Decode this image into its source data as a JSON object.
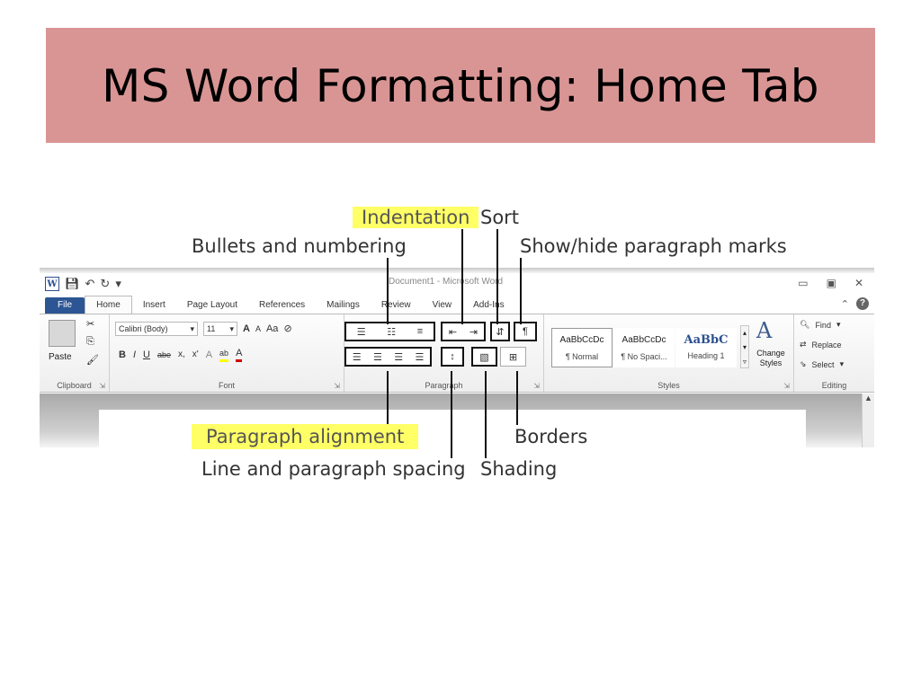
{
  "slide": {
    "title": "MS Word Formatting: Home Tab"
  },
  "callouts": {
    "indentation": "Indentation",
    "sort": "Sort",
    "bullets": "Bullets and numbering",
    "show_hide": "Show/hide paragraph marks",
    "alignment": "Paragraph alignment",
    "line_spacing": "Line and paragraph spacing",
    "borders": "Borders",
    "shading": "Shading"
  },
  "word": {
    "window_title": "Document1 - Microsoft Word",
    "qat_icons": [
      "word-icon",
      "save-icon",
      "undo-icon",
      "redo-icon",
      "customize-icon"
    ],
    "window_controls": [
      "minimize-icon",
      "restore-icon",
      "close-icon"
    ],
    "tabs": [
      "File",
      "Home",
      "Insert",
      "Page Layout",
      "References",
      "Mailings",
      "Review",
      "View",
      "Add-Ins"
    ],
    "active_tab": "Home",
    "clipboard": {
      "label": "Clipboard",
      "paste": "Paste"
    },
    "font": {
      "label": "Font",
      "font_name": "Calibri (Body)",
      "font_size": "11",
      "grow": "A",
      "shrink": "A",
      "change_case": "Aa",
      "bold": "B",
      "italic": "I",
      "underline": "U",
      "strike": "abe",
      "subscript": "x,",
      "superscript": "x'",
      "text_effects": "A",
      "highlight": "ab",
      "font_color": "A"
    },
    "paragraph": {
      "label": "Paragraph"
    },
    "styles": {
      "label": "Styles",
      "items": [
        {
          "sample": "AaBbCcDc",
          "name": "¶ Normal"
        },
        {
          "sample": "AaBbCcDc",
          "name": "¶ No Spaci..."
        },
        {
          "sample": "AaBbC",
          "name": "Heading 1"
        }
      ],
      "change_styles": "Change Styles"
    },
    "editing": {
      "label": "Editing",
      "find": "Find",
      "replace": "Replace",
      "select": "Select"
    }
  }
}
